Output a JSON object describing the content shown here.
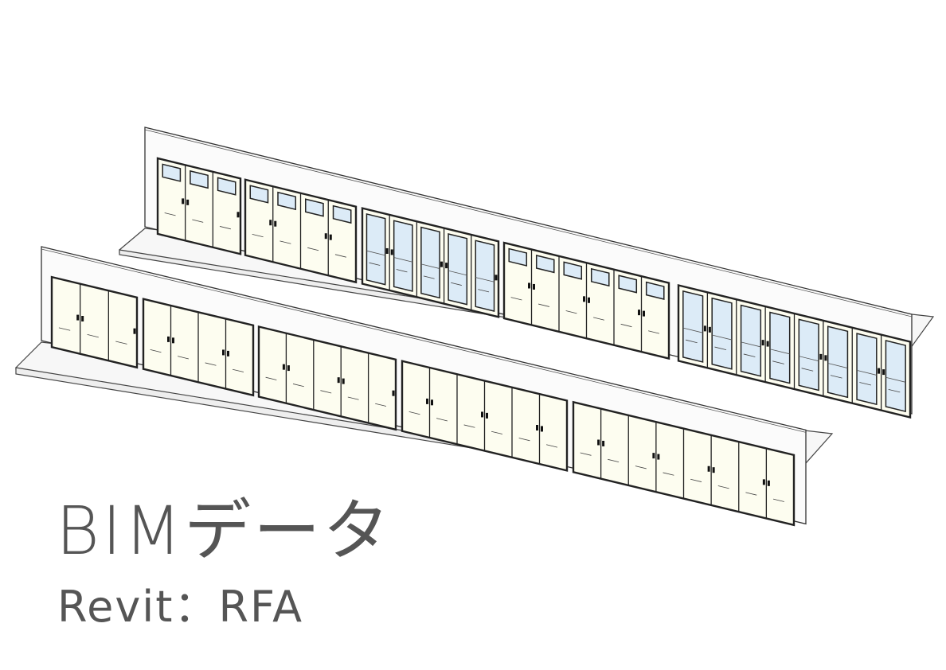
{
  "title": "BIMデータ",
  "subtitle": "Revit：RFA",
  "colors": {
    "door_fill": "#fdfdf0",
    "glass": "#dcebf7",
    "wall": "#fbfbfb",
    "stroke": "#222222",
    "text": "#555555"
  },
  "back_wall_door_groups": [
    {
      "panels": 3,
      "type": "small-window"
    },
    {
      "panels": 4,
      "type": "small-window"
    },
    {
      "panels": 5,
      "type": "glass"
    },
    {
      "panels": 6,
      "type": "small-window"
    },
    {
      "panels": 8,
      "type": "glass"
    }
  ],
  "front_wall_door_groups": [
    {
      "panels": 3,
      "type": "solid"
    },
    {
      "panels": 4,
      "type": "solid"
    },
    {
      "panels": 5,
      "type": "solid"
    },
    {
      "panels": 6,
      "type": "solid"
    },
    {
      "panels": 8,
      "type": "solid"
    }
  ]
}
